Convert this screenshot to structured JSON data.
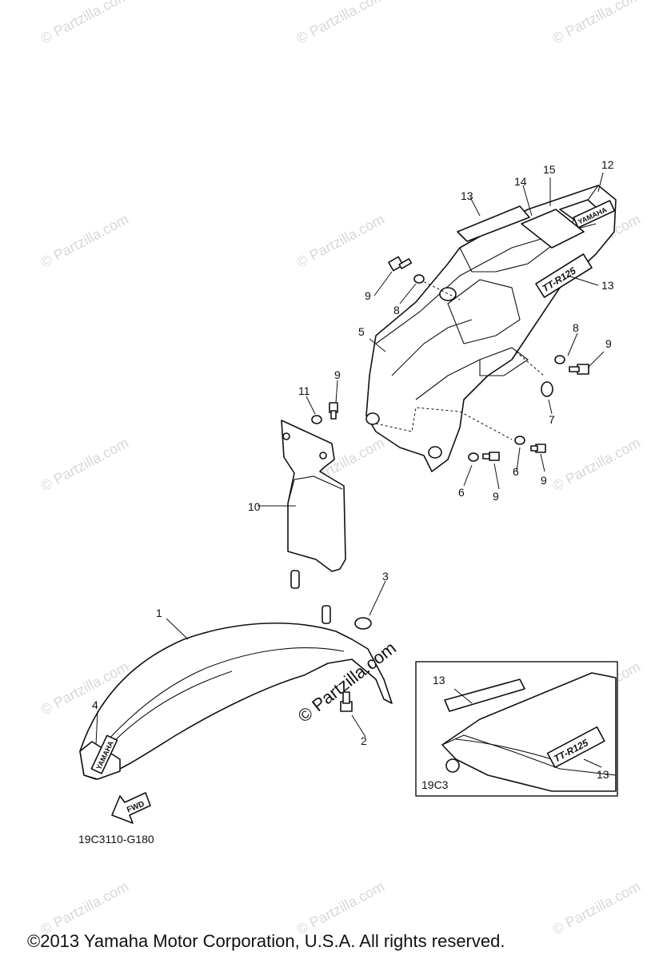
{
  "watermark": "© Partzilla.com",
  "center_watermark": "© Partzilla.com",
  "callouts": {
    "c1": "1",
    "c2": "2",
    "c3": "3",
    "c4": "4",
    "c5": "5",
    "c6a": "6",
    "c6b": "6",
    "c7": "7",
    "c8a": "8",
    "c8b": "8",
    "c9a": "9",
    "c9b": "9",
    "c9c": "9",
    "c9d": "9",
    "c9e": "9",
    "c10": "10",
    "c11": "11",
    "c12": "12",
    "c13a": "13",
    "c13b": "13",
    "c14": "14",
    "c15": "15",
    "inset13a": "13",
    "inset13b": "13"
  },
  "inset_code": "19C3",
  "fwd_label": "FWD",
  "diagram_code": "19C3110-G180",
  "copyright": "©2013  Yamaha Motor Corporation, U.S.A. All rights reserved.",
  "brand_mark": "YAMAHA",
  "model_mark": "TT-R125"
}
